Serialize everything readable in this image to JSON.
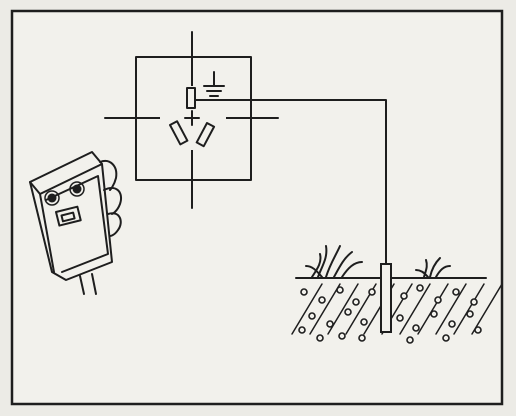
{
  "figure": {
    "paper_color": "#ecebe6",
    "ink_color": "#1e1e1e",
    "frame_fill": "#f2f1ec",
    "text": []
  },
  "parts": {
    "socket_tester": {
      "icon": "socket-tester-in-hand"
    },
    "outlet_symbol": {
      "icon": "outlet-ground-symbol"
    },
    "ground_wire": {
      "icon": "ground-wire"
    },
    "ground_rod": {
      "icon": "ground-rod"
    },
    "soil": {
      "icon": "soil-with-pebbles"
    },
    "grass": {
      "icon": "grass-tufts"
    }
  }
}
